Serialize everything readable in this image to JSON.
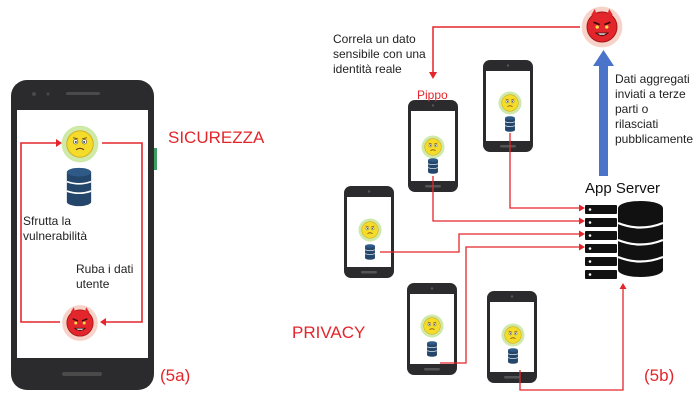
{
  "left_panel": {
    "section_label": "SICUREZZA",
    "exploit_label": "Sfrutta la\nvulnerabilità",
    "steal_label": "Ruba i dati\nutente",
    "caption": "(5a)"
  },
  "right_panel": {
    "correlate_label": "Correla un dato\nsensibile con una\nidentità reale",
    "user_name": "Pippo",
    "aggregate_label": "Dati aggregati\ninviati a terze\nparti o\nrilasciati\npubblicamente",
    "server_label": "App Server",
    "section_label": "PRIVACY",
    "caption": "(5b)"
  },
  "colors": {
    "arrow_red": "#e3262b",
    "arrow_blue": "#4a74c9",
    "phone_body": "#2b2b2d",
    "database": "#24466b",
    "user_face": "#f4dd2a",
    "attacker_face": "#e3262b"
  },
  "icons": [
    "smartphone-icon",
    "user-face-icon",
    "attacker-face-icon",
    "database-icon",
    "server-icon"
  ]
}
